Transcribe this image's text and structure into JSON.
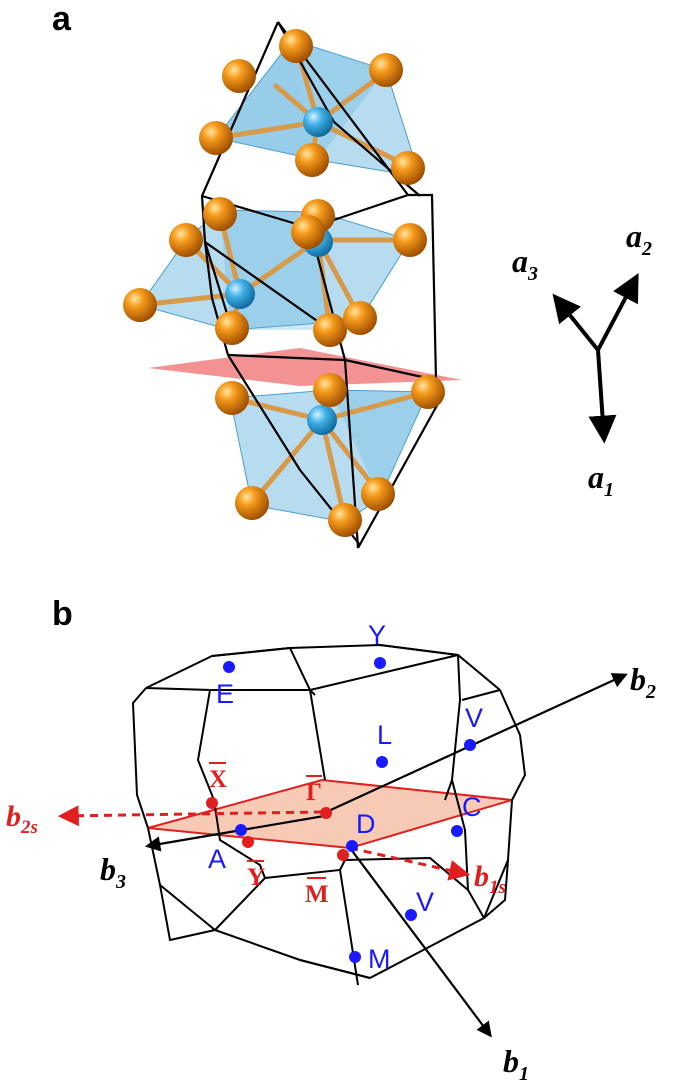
{
  "panels": {
    "a": {
      "label": "a"
    },
    "b": {
      "label": "b"
    }
  },
  "lattice_vectors": {
    "a1": {
      "base": "a",
      "sub": "1"
    },
    "a2": {
      "base": "a",
      "sub": "2"
    },
    "a3": {
      "base": "a",
      "sub": "3"
    }
  },
  "reciprocal_vectors": {
    "b1": {
      "base": "b",
      "sub": "1"
    },
    "b2": {
      "base": "b",
      "sub": "2"
    },
    "b3": {
      "base": "b",
      "sub": "3"
    }
  },
  "surface_vectors": {
    "b1s": {
      "base": "b",
      "sub": "1s"
    },
    "b2s": {
      "base": "b",
      "sub": "2s"
    }
  },
  "kpoints": {
    "Y": "Y",
    "E": "E",
    "L": "L",
    "V_top": "V",
    "A": "A",
    "C": "C",
    "D": "D",
    "V_bottom": "V",
    "M": "M"
  },
  "surface_kpoints": {
    "X": "X",
    "Gamma": "Γ",
    "Y": "Y",
    "M": "M"
  },
  "colors": {
    "octahedron_fill": "#5fb2dd",
    "octahedron_edge": "#4a9ccc",
    "anion_atom": "#f08c14",
    "cation_atom": "#3aa8e0",
    "cleavage_plane": "#f07f7f",
    "bz_edge": "#000000",
    "kpoint_blue": "#1a1aff",
    "surface_red": "#e01f1f",
    "surface_plane_fill": "#f4c1a8"
  }
}
